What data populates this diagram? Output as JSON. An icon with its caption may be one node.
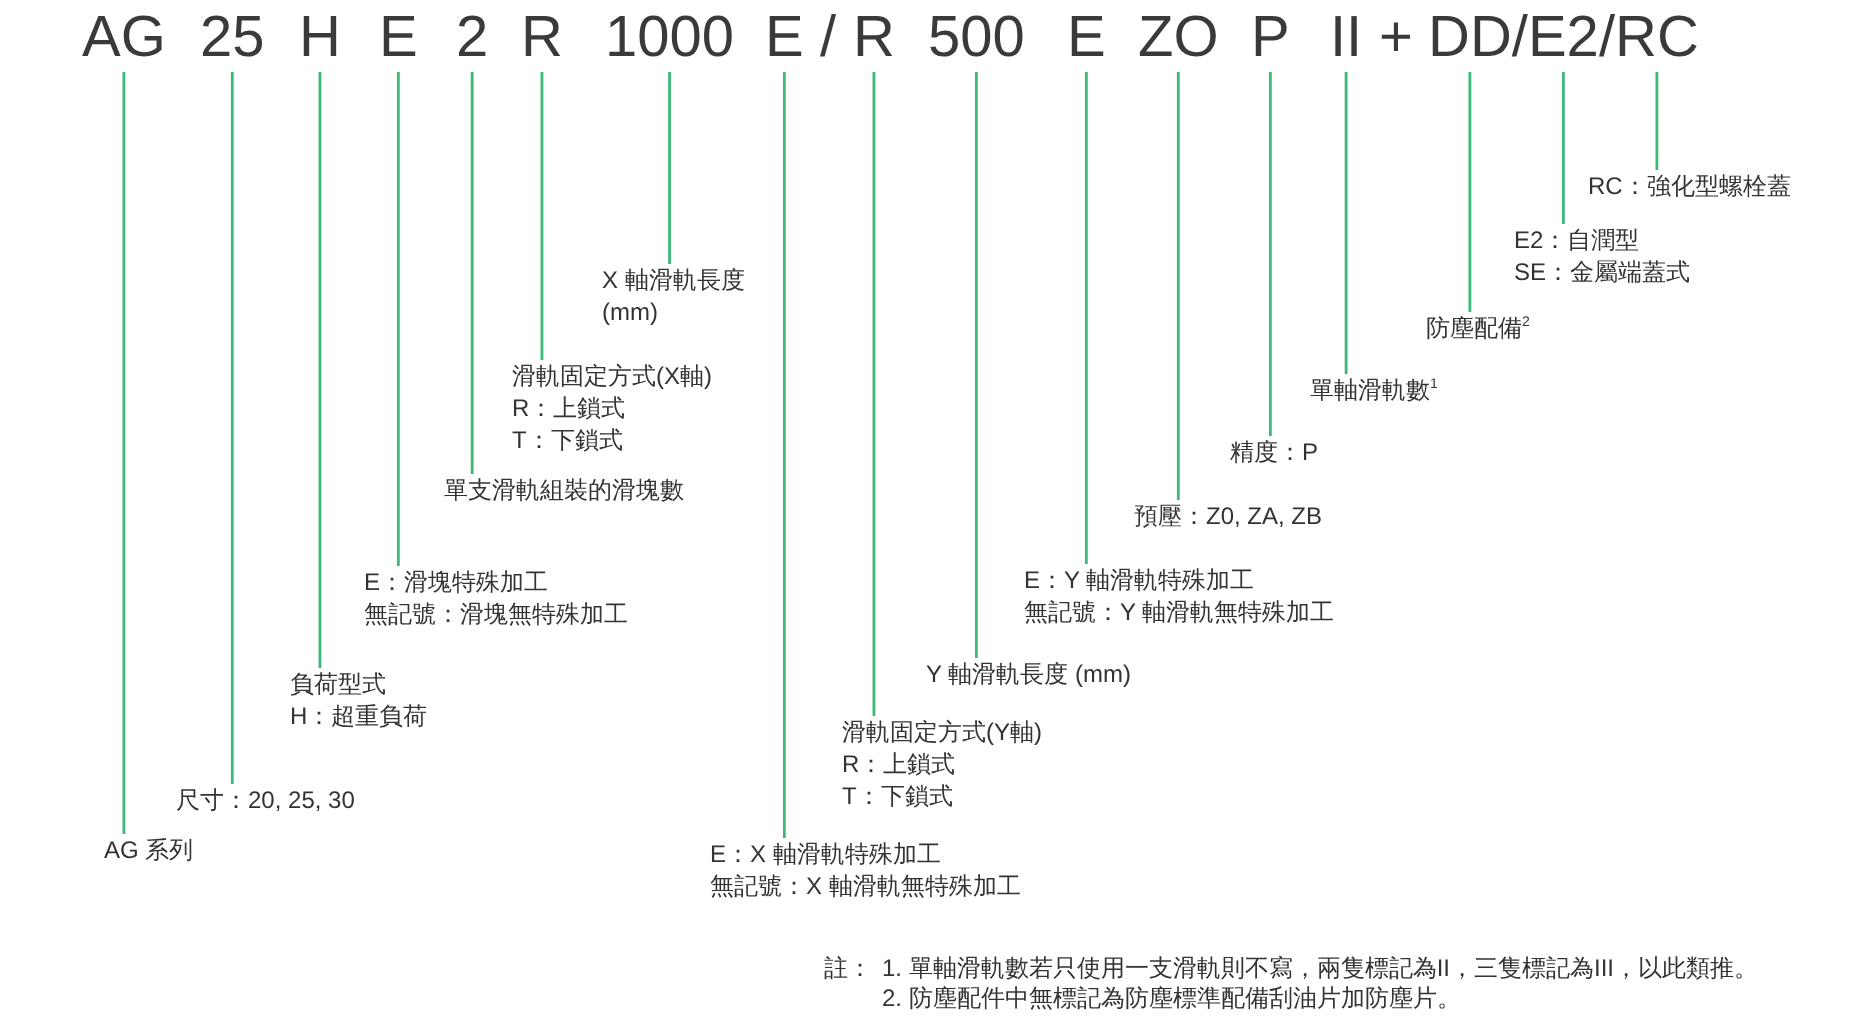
{
  "diagram": {
    "nodes": [
      {
        "text": [
          "AG"
        ]
      },
      {
        "text": [
          "25"
        ]
      },
      {
        "text": [
          "H"
        ]
      },
      {
        "text": [
          "E"
        ]
      },
      {
        "text": [
          "2"
        ]
      },
      {
        "text": [
          "R"
        ]
      },
      {
        "text": [
          "1000"
        ]
      },
      {
        "text": [
          "E"
        ]
      },
      {
        "text": [
          "R"
        ]
      },
      {
        "text": [
          "500"
        ]
      },
      {
        "text": [
          "E"
        ]
      },
      {
        "text": [
          "ZO"
        ]
      },
      {
        "text": [
          "P"
        ]
      },
      {
        "text": [
          "II"
        ]
      },
      {
        "text": [
          "DD"
        ]
      },
      {
        "text": [
          "E2"
        ]
      },
      {
        "text": [
          "RC"
        ]
      },
      {
        "text": [
          "AG 系列"
        ]
      },
      {
        "text": [
          "尺寸：20, 25, 30"
        ]
      },
      {
        "text": [
          "負荷型式",
          "H：超重負荷"
        ]
      },
      {
        "text": [
          "E：滑塊特殊加工",
          "無記號：滑塊無特殊加工"
        ]
      },
      {
        "text": [
          "單支滑軌組裝的滑塊數"
        ]
      },
      {
        "text": [
          "滑軌固定方式(X軸)",
          "R：上鎖式",
          "T：下鎖式"
        ]
      },
      {
        "text": [
          "X 軸滑軌長度 (mm)"
        ]
      },
      {
        "text": [
          "E：X 軸滑軌特殊加工",
          "無記號：X 軸滑軌無特殊加工"
        ]
      },
      {
        "text": [
          "滑軌固定方式(Y軸)",
          "R：上鎖式",
          "T：下鎖式"
        ]
      },
      {
        "text": [
          "Y 軸滑軌長度 (mm)"
        ]
      },
      {
        "text": [
          "E：Y 軸滑軌特殊加工",
          "無記號：Y 軸滑軌無特殊加工"
        ]
      },
      {
        "text": [
          "預壓：Z0, ZA, ZB"
        ]
      },
      {
        "text": [
          "精度：P"
        ]
      },
      {
        "text": [
          "單軸滑軌數$^{1}$"
        ]
      },
      {
        "text": [
          "防塵配備$^{2}$"
        ]
      },
      {
        "text": [
          "E2：自潤型",
          "SE：金屬端蓋式"
        ]
      },
      {
        "text": [
          "RC：強化型螺栓蓋"
        ]
      }
    ],
    "edges": [
      {
        "from": 0,
        "to": 17,
        "arrow": "none"
      },
      {
        "from": 1,
        "to": 18,
        "arrow": "none"
      },
      {
        "from": 2,
        "to": 19,
        "arrow": "none"
      },
      {
        "from": 3,
        "to": 20,
        "arrow": "none"
      },
      {
        "from": 4,
        "to": 21,
        "arrow": "none"
      },
      {
        "from": 5,
        "to": 22,
        "arrow": "none"
      },
      {
        "from": 6,
        "to": 23,
        "arrow": "none"
      },
      {
        "from": 7,
        "to": 24,
        "arrow": "none"
      },
      {
        "from": 8,
        "to": 25,
        "arrow": "none"
      },
      {
        "from": 9,
        "to": 26,
        "arrow": "none"
      },
      {
        "from": 10,
        "to": 27,
        "arrow": "none"
      },
      {
        "from": 11,
        "to": 28,
        "arrow": "none"
      },
      {
        "from": 12,
        "to": 29,
        "arrow": "none"
      },
      {
        "from": 13,
        "to": 30,
        "arrow": "none"
      },
      {
        "from": 14,
        "to": 31,
        "arrow": "none"
      },
      {
        "from": 15,
        "to": 32,
        "arrow": "none"
      },
      {
        "from": 16,
        "to": 33,
        "arrow": "none"
      }
    ],
    "labels": [
      "/",
      "+",
      "/",
      "/",
      "註：",
      "1. 單軸滑軌數若只使用一支滑軌則不寫，兩隻標記為II，三隻標記為III，以此類推。",
      "2. 防塵配件中無標記為防塵標準配備刮油片加防塵片。"
    ]
  }
}
